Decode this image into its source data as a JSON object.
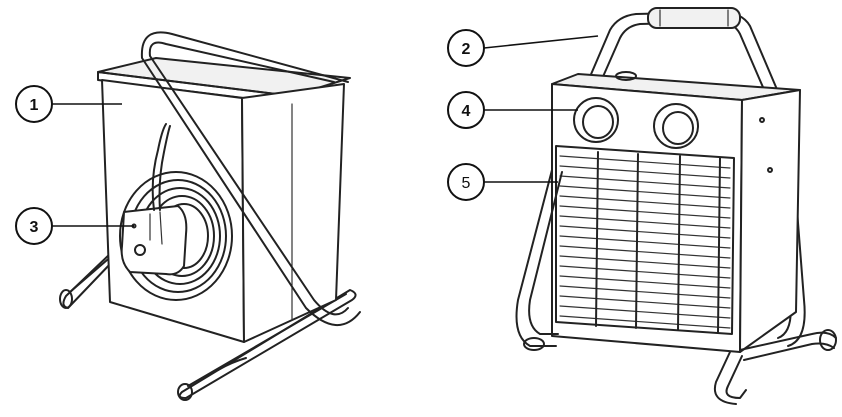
{
  "callouts": [
    {
      "id": "c1",
      "label": "1"
    },
    {
      "id": "c2",
      "label": "2"
    },
    {
      "id": "c3",
      "label": "3"
    },
    {
      "id": "c4",
      "label": "4"
    },
    {
      "id": "c5",
      "label": "5"
    }
  ],
  "illustrations": [
    {
      "name": "heater-rear-view"
    },
    {
      "name": "heater-front-view"
    }
  ]
}
